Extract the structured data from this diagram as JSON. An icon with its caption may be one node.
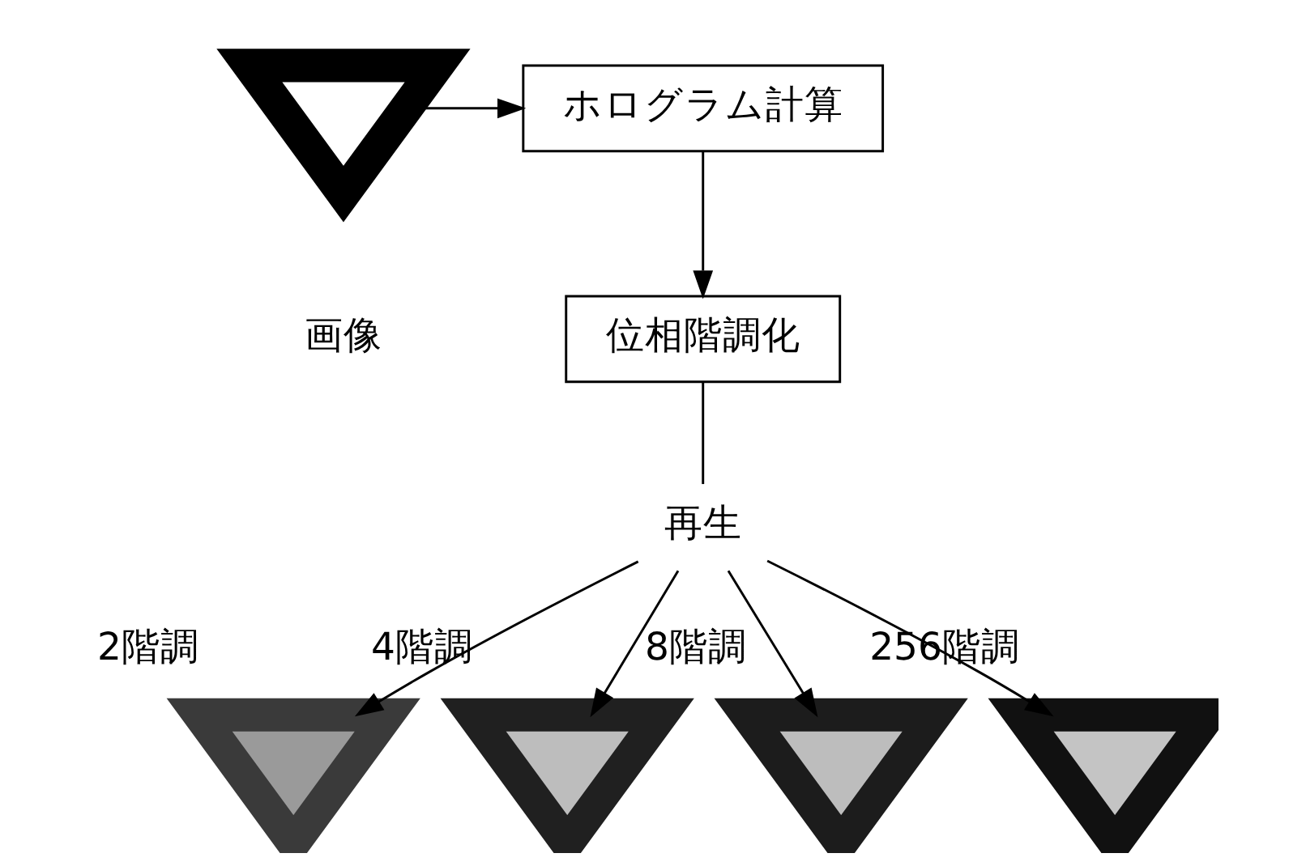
{
  "diagram": {
    "nodes": [
      {
        "text": [],
        "shape": "picture"
      },
      {
        "text": [
          "ホログラム計算"
        ]
      },
      {
        "text": [
          "位相階調化"
        ]
      },
      {
        "text": [
          "再生"
        ]
      },
      {
        "text": [],
        "shape": "picture",
        "beside": [
          "2階調"
        ]
      },
      {
        "text": [],
        "shape": "picture",
        "beside": [
          "4階調"
        ]
      },
      {
        "text": [],
        "shape": "picture",
        "beside": [
          "8階調"
        ]
      },
      {
        "text": [],
        "shape": "picture",
        "beside": [
          "256階調"
        ]
      }
    ],
    "edges": [
      {
        "from": 0,
        "to": 1,
        "arrow": "to"
      },
      {
        "from": 1,
        "to": 2,
        "arrow": "to"
      },
      {
        "from": 2,
        "to": 3,
        "arrow": "none"
      },
      {
        "from": 3,
        "to": 4,
        "arrow": "to"
      },
      {
        "from": 3,
        "to": 5,
        "arrow": "to"
      },
      {
        "from": 3,
        "to": 6,
        "arrow": "to"
      },
      {
        "from": 3,
        "to": 7,
        "arrow": "to"
      }
    ],
    "labels": [
      "画像"
    ]
  }
}
